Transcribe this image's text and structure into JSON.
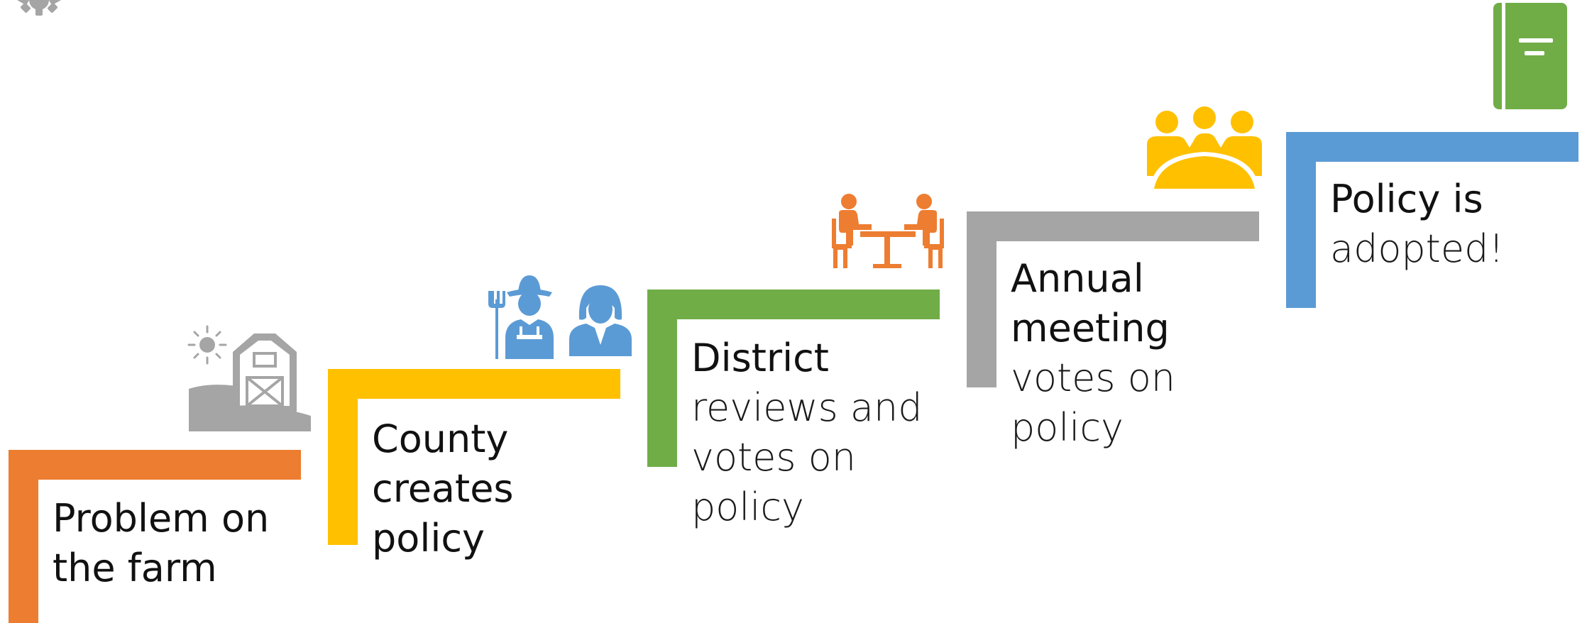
{
  "colors": {
    "orange": "#ED7D31",
    "yellow": "#FFC000",
    "green": "#70AD47",
    "gray": "#A5A5A5",
    "blue": "#5B9BD5"
  },
  "steps": [
    {
      "lines_bold": [
        "Problem on",
        "the farm"
      ],
      "lines_light": [],
      "color": "orange",
      "icon": "farm-barn-icon"
    },
    {
      "lines_bold": [
        "County",
        "creates",
        "policy"
      ],
      "lines_light": [],
      "color": "yellow",
      "icon": "farmer-and-woman-icon"
    },
    {
      "lines_bold": [
        "District"
      ],
      "lines_light": [
        "reviews and",
        "votes on",
        "policy"
      ],
      "color": "green",
      "icon": "meeting-table-icon"
    },
    {
      "lines_bold": [
        "Annual",
        "meeting"
      ],
      "lines_light": [
        "votes on",
        "policy"
      ],
      "color": "gray",
      "icon": "audience-group-icon"
    },
    {
      "lines_bold": [
        "Policy is"
      ],
      "lines_light": [
        "adopted!"
      ],
      "color": "blue",
      "icon": "policy-book-icon"
    }
  ]
}
